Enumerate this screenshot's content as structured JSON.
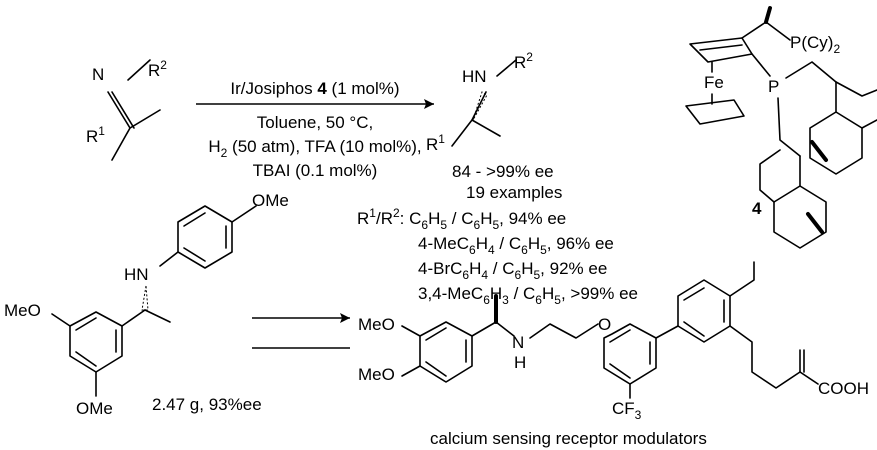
{
  "reaction": {
    "conditions": {
      "line1": "Ir/Josiphos 4 (1 mol%)",
      "line1_catalyst": "Ir/Josiphos ",
      "line1_num": "4",
      "line1_rest": " (1 mol%)",
      "line2": "Toluene, 50 °C,",
      "line3_h2": "H",
      "line3_sub": "2",
      "line3_rest": " (50 atm), TFA (10 mol%),",
      "line4": "TBAI (0.1 mol%)"
    },
    "substrate": {
      "N": "N",
      "R2": "R",
      "R2_sup": "2",
      "R1": "R",
      "R1_sup": "1"
    },
    "product": {
      "HN": "HN",
      "R2": "R",
      "R2_sup": "2",
      "R1": "R",
      "R1_sup": "1"
    },
    "summary": {
      "ee_range": "84 - >99% ee",
      "examples": "19 examples"
    },
    "examples_list": [
      {
        "prefix": "R",
        "prefix_sup": "1",
        "slash": "/R",
        "slash_sup": "2",
        "colon": ": ",
        "a": "C",
        "a_sub1": "6",
        "a_mid": "H",
        "a_sub2": "5",
        "sep": " / ",
        "b": "C",
        "b_sub1": "6",
        "b_mid": "H",
        "b_sub2": "5",
        "ee": ", 94% ee"
      },
      {
        "a": "4-MeC",
        "a_sub1": "6",
        "a_mid": "H",
        "a_sub2": "4",
        "sep": " / ",
        "b": "C",
        "b_sub1": "6",
        "b_mid": "H",
        "b_sub2": "5",
        "ee": ", 96% ee"
      },
      {
        "a": "4-BrC",
        "a_sub1": "6",
        "a_mid": "H",
        "a_sub2": "4",
        "sep": " / ",
        "b": "C",
        "b_sub1": "6",
        "b_mid": "H",
        "b_sub2": "5",
        "ee": ", 92% ee"
      },
      {
        "a": "3,4-MeC",
        "a_sub1": "6",
        "a_mid": "H",
        "a_sub2": "3",
        "sep": " / ",
        "b": "C",
        "b_sub1": "6",
        "b_mid": "H",
        "b_sub2": "5",
        "ee": ", >99% ee"
      }
    ]
  },
  "ligand": {
    "PCy2": "P(Cy)",
    "PCy2_sub": "2",
    "Fe": "Fe",
    "P": "P",
    "number": "4"
  },
  "application": {
    "amine": {
      "OMe_top": "OMe",
      "HN": "HN",
      "MeO": "MeO",
      "OMe_bottom": "OMe"
    },
    "scale": "2.47 g, 93%ee",
    "drug": {
      "MeO_1": "MeO",
      "MeO_2": "MeO",
      "N": "N",
      "H": "H",
      "O": "O",
      "CF": "CF",
      "CF_sub": "3",
      "COOH": "COOH"
    },
    "caption": "calcium sensing receptor modulators"
  }
}
